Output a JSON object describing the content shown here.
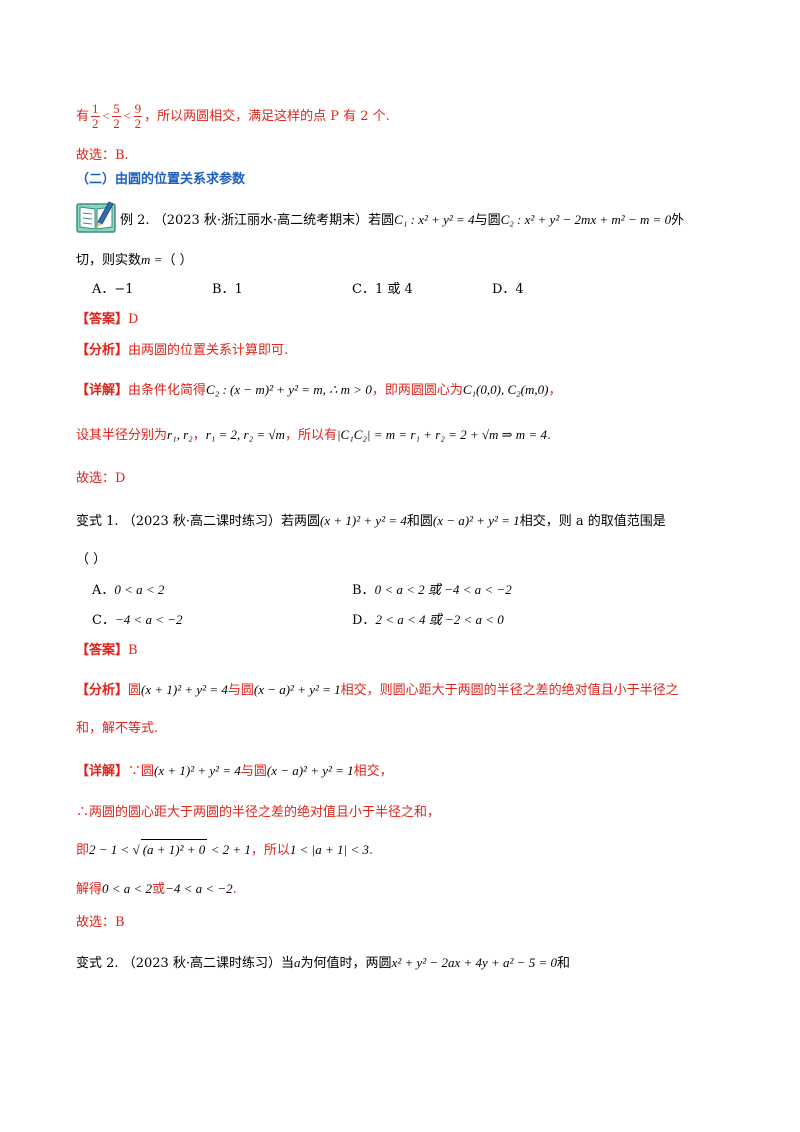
{
  "line1": {
    "prefix": "有",
    "f1n": "1",
    "f1d": "2",
    "f2n": "5",
    "f2d": "2",
    "f3n": "9",
    "f3d": "2",
    "text": "，所以两圆相交，满足这样的点 P 有 2 个."
  },
  "answer1": "故选：B.",
  "section": "（二）由圆的位置关系求参数",
  "example2": {
    "label": "例 2.",
    "source": "（2023 秋·浙江丽水·高二统考期末）若圆",
    "c1": "C₁ : x² + y² = 4",
    "mid": "与圆",
    "c2": "C₂ : x² + y² − 2mx + m² − m = 0",
    "tail": "外",
    "line2": "切，则实数",
    "var": "m =",
    "paren": "（     ）",
    "options": [
      "A．−1",
      "B．1",
      "C．1 或 4",
      "D．4"
    ]
  },
  "ex2_answer": {
    "tag": "【答案】",
    "text": "D"
  },
  "ex2_analysis": {
    "tag": "【分析】",
    "text": "由两圆的位置关系计算即可."
  },
  "ex2_detail": {
    "tag": "【详解】",
    "t1": "由条件化简得",
    "m1": "C₂ : (x − m)² + y² = m, ∴ m > 0",
    "t2": "，即两圆圆心为",
    "m2": "C₁(0,0), C₂(m,0)",
    "t3": "，"
  },
  "ex2_radii": {
    "t1": "设其半径分别为",
    "m1": "r₁, r₂",
    "t1b": "，",
    "m2": "r₁ = 2, r₂ = √m",
    "t2": "，所以有",
    "m3": "|C₁C₂| = m = r₁ + r₂ = 2 + √m ⇒ m = 4",
    "t3": "."
  },
  "ex2_choose": "故选：D",
  "var1": {
    "label": "变式 1.",
    "source": "（2023 秋·高二课时练习）若两圆",
    "c1": "(x + 1)² + y² = 4",
    "mid": "和圆",
    "c2": "(x − a)² + y² = 1",
    "tail": "相交，则 a 的取值范围是",
    "paren": "（     ）",
    "options": [
      "A．",
      "0 < a < 2",
      "B．",
      "0 < a < 2 或 −4 < a < −2",
      "C．",
      "−4 < a < −2",
      "D．",
      "2 < a < 4 或 −2 < a < 0"
    ]
  },
  "var1_answer": {
    "tag": "【答案】",
    "text": "B"
  },
  "var1_analysis": {
    "tag": "【分析】",
    "t1": "圆",
    "m1": "(x + 1)² + y² = 4",
    "t2": "与圆",
    "m2": "(x − a)² + y² = 1",
    "t3": "相交，则圆心距大于两圆的半径之差的绝对值且小于半径之",
    "line2": "和，解不等式."
  },
  "var1_detail": {
    "tag": "【详解】",
    "t0": "∵圆",
    "m1": "(x + 1)² + y² = 4",
    "t2": "与圆",
    "m2": "(x − a)² + y² = 1",
    "t3": "相交，",
    "line2": "∴两圆的圆心距大于两圆的半径之差的绝对值且小于半径之和，",
    "l3a": "即",
    "l3m1a": "2 − 1 <",
    "l3m1b": "(a + 1)² + 0",
    "l3m1c": "< 2 + 1",
    "l3b": "，所以",
    "l3m2": "1 < |a + 1| < 3",
    "l3c": ".",
    "l4a": "解得",
    "l4m1": "0 < a < 2",
    "l4b": "或",
    "l4m2": "−4 < a < −2",
    "l4c": "."
  },
  "var1_choose": "故选：B",
  "var2": {
    "label": "变式 2.",
    "source": "（2023 秋·高二课时练习）当",
    "var": "a",
    "t1": "为何值时，两圆",
    "m1": "x² + y² − 2ax + 4y + a² − 5 = 0",
    "t2": "和"
  }
}
